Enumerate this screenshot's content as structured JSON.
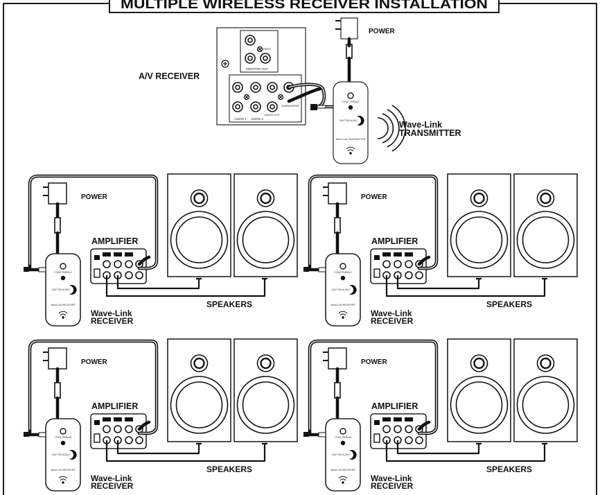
{
  "title": "MULTIPLE WIRELESS RECEIVER INSTALLATION",
  "av_receiver": {
    "label": "A/V RECEIVER",
    "panel_labels": [
      "MONITOR OUT",
      "VIDEO",
      "AUDIO 1",
      "AUDIO 2",
      "AUDIO OUT",
      "SUBWOOFER"
    ]
  },
  "transmitter": {
    "power_label": "POWER",
    "name_line1": "Wave-Link",
    "name_line2": "TRANSMITTER",
    "brand": "DAYTON AUDIO",
    "button_text": "CODE PAIRING",
    "device_text": "Wave-Link TRANSMITTER",
    "icon": "wireless-signal-icon"
  },
  "zones": [
    {
      "power_label": "POWER",
      "amplifier_label": "AMPLIFIER",
      "speakers_label": "SPEAKERS",
      "receiver_name_line1": "Wave-Link",
      "receiver_name_line2": "RECEIVER",
      "brand": "DAYTON AUDIO",
      "button_text": "CODE PAIRING",
      "device_text": "Wave-Link RECEIVER"
    },
    {
      "power_label": "POWER",
      "amplifier_label": "AMPLIFIER",
      "speakers_label": "SPEAKERS",
      "receiver_name_line1": "Wave-Link",
      "receiver_name_line2": "RECEIVER",
      "brand": "DAYTON AUDIO",
      "button_text": "CODE PAIRING",
      "device_text": "Wave-Link RECEIVER"
    },
    {
      "power_label": "POWER",
      "amplifier_label": "AMPLIFIER",
      "speakers_label": "SPEAKERS",
      "receiver_name_line1": "Wave-Link",
      "receiver_name_line2": "RECEIVER",
      "brand": "DAYTON AUDIO",
      "button_text": "CODE PAIRING",
      "device_text": "Wave-Link RECEIVER"
    },
    {
      "power_label": "POWER",
      "amplifier_label": "AMPLIFIER",
      "speakers_label": "SPEAKERS",
      "receiver_name_line1": "Wave-Link",
      "receiver_name_line2": "RECEIVER",
      "brand": "DAYTON AUDIO",
      "button_text": "CODE PAIRING",
      "device_text": "Wave-Link RECEIVER"
    }
  ],
  "colors": {
    "ink": "#111111",
    "background": "#ffffff"
  }
}
